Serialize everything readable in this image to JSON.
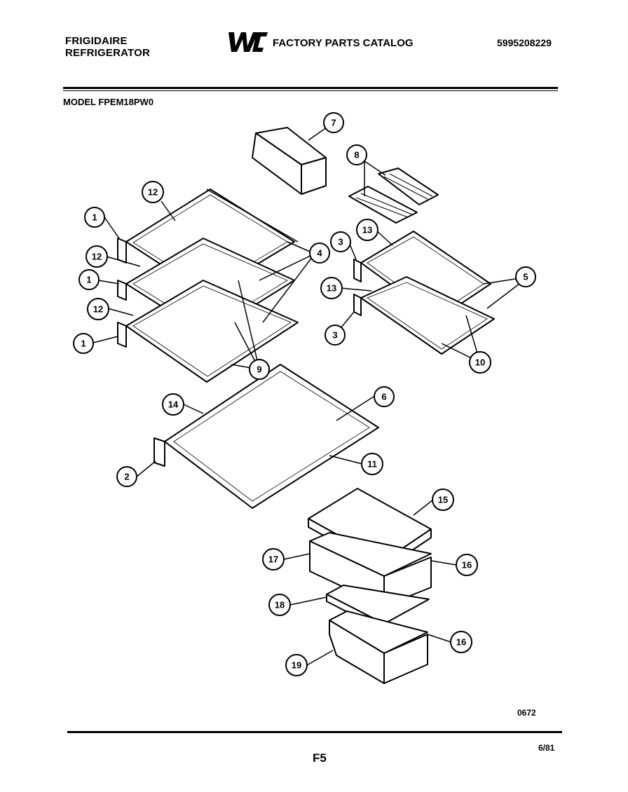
{
  "header": {
    "brand_line1": "FRIGIDAIRE",
    "brand_line2": "REFRIGERATOR",
    "catalog_title": "FACTORY PARTS CATALOG",
    "catalog_number": "5995208229",
    "model": "MODEL FPEM18PW0"
  },
  "footer": {
    "drawing_code": "0672",
    "date": "6/81",
    "page": "F5"
  },
  "callouts": {
    "c1a": "1",
    "c1b": "1",
    "c1c": "1",
    "c2": "2",
    "c3a": "3",
    "c3b": "3",
    "c4": "4",
    "c5": "5",
    "c6": "6",
    "c7": "7",
    "c8": "8",
    "c9": "9",
    "c10": "10",
    "c11": "11",
    "c12a": "12",
    "c12b": "12",
    "c12c": "12",
    "c13a": "13",
    "c13b": "13",
    "c14": "14",
    "c15": "15",
    "c16a": "16",
    "c16b": "16",
    "c17": "17",
    "c18": "18",
    "c19": "19"
  }
}
